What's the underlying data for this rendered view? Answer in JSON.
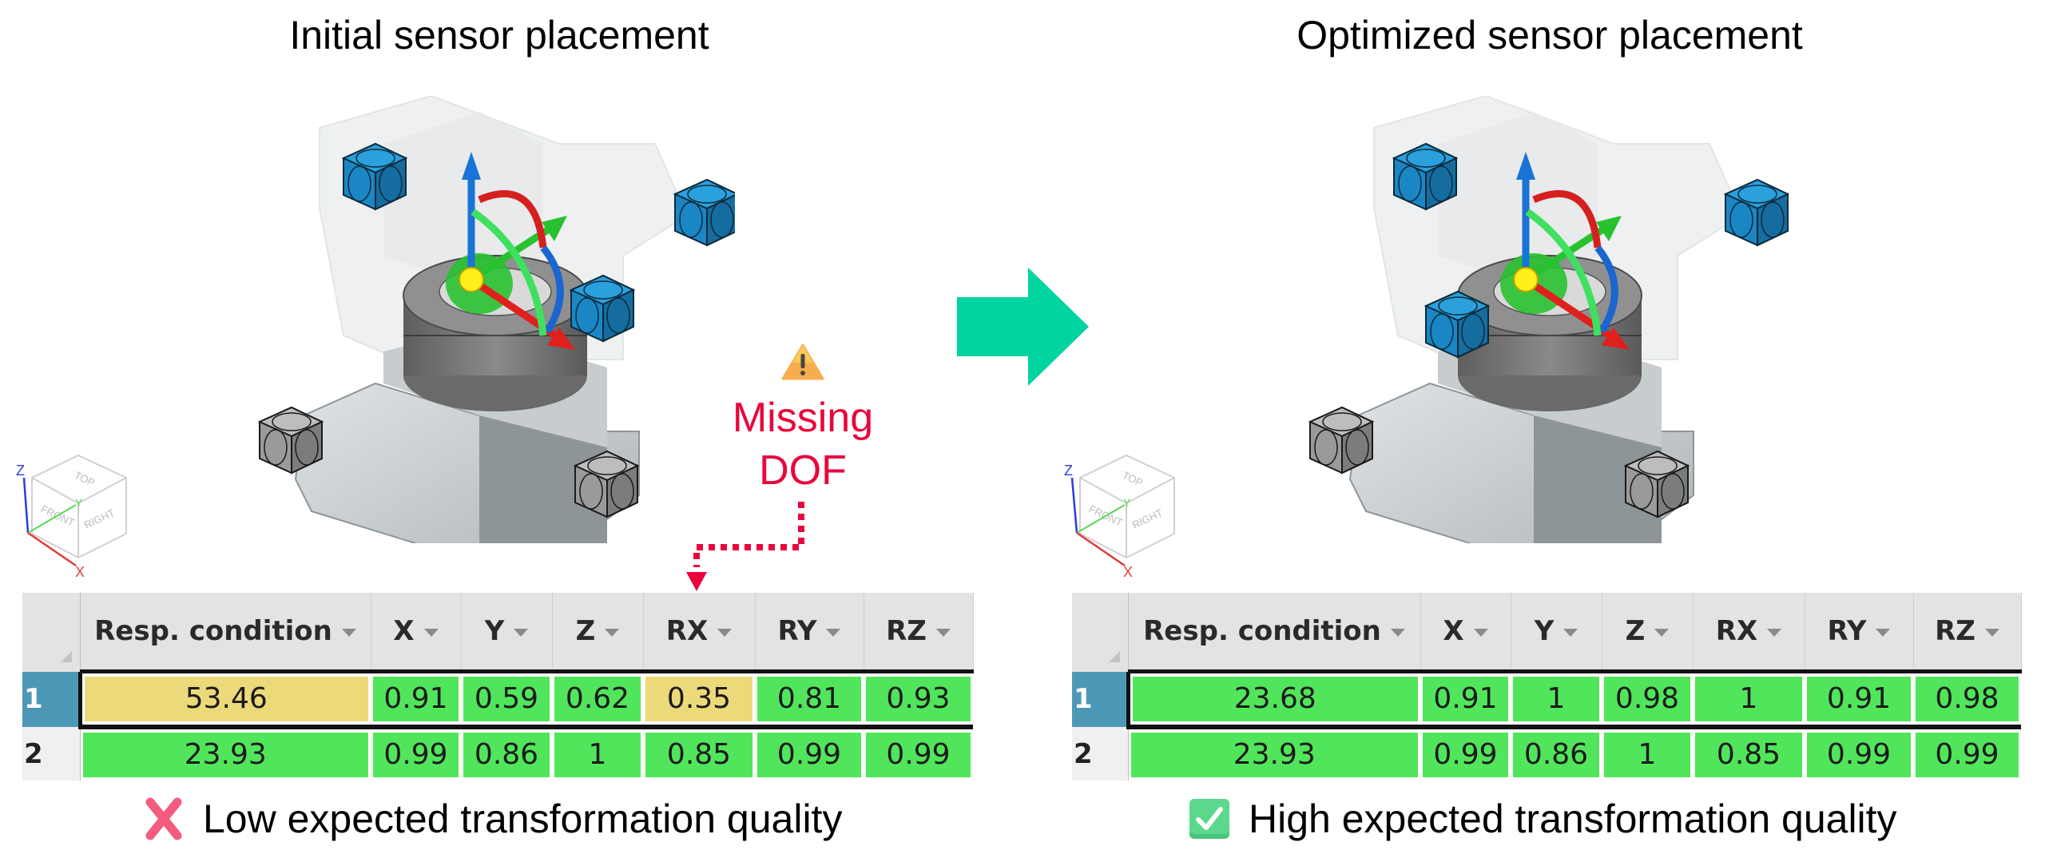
{
  "colors": {
    "arrow": "#00d4a0",
    "annotation_red": "#e8063c",
    "cell_good": "#51e55b",
    "cell_warn": "#ecd97a",
    "selected_row_header": "#4d98b6",
    "sensor_blue": "#1b86c4"
  },
  "panels": {
    "left": {
      "title": "Initial sensor placement",
      "verdict": {
        "icon": "cross-mark-icon",
        "text": "Low expected transformation quality"
      }
    },
    "right": {
      "title": "Optimized sensor placement",
      "verdict": {
        "icon": "check-mark-icon",
        "text": "High expected transformation quality"
      }
    }
  },
  "annotation": {
    "icon": "warning-icon",
    "line1": "Missing",
    "line2": "DOF",
    "points_to_column": "RX"
  },
  "viewcube": {
    "faces": [
      "TOP",
      "FRONT",
      "RIGHT"
    ],
    "axes": [
      "X",
      "Y",
      "Z"
    ]
  },
  "transition": {
    "icon": "right-arrow-icon"
  },
  "tables": {
    "columns": [
      "Resp. condition",
      "X",
      "Y",
      "Z",
      "RX",
      "RY",
      "RZ"
    ],
    "left": {
      "rows": [
        {
          "id": "1",
          "selected": true,
          "values": [
            "53.46",
            "0.91",
            "0.59",
            "0.62",
            "0.35",
            "0.81",
            "0.93"
          ],
          "status": [
            "warn",
            "good",
            "good",
            "good",
            "warn",
            "good",
            "good"
          ]
        },
        {
          "id": "2",
          "selected": false,
          "values": [
            "23.93",
            "0.99",
            "0.86",
            "1",
            "0.85",
            "0.99",
            "0.99"
          ],
          "status": [
            "good",
            "good",
            "good",
            "good",
            "good",
            "good",
            "good"
          ]
        }
      ]
    },
    "right": {
      "rows": [
        {
          "id": "1",
          "selected": true,
          "values": [
            "23.68",
            "0.91",
            "1",
            "0.98",
            "1",
            "0.91",
            "0.98"
          ],
          "status": [
            "good",
            "good",
            "good",
            "good",
            "good",
            "good",
            "good"
          ]
        },
        {
          "id": "2",
          "selected": false,
          "values": [
            "23.93",
            "0.99",
            "0.86",
            "1",
            "0.85",
            "0.99",
            "0.99"
          ],
          "status": [
            "good",
            "good",
            "good",
            "good",
            "good",
            "good",
            "good"
          ]
        }
      ]
    }
  }
}
